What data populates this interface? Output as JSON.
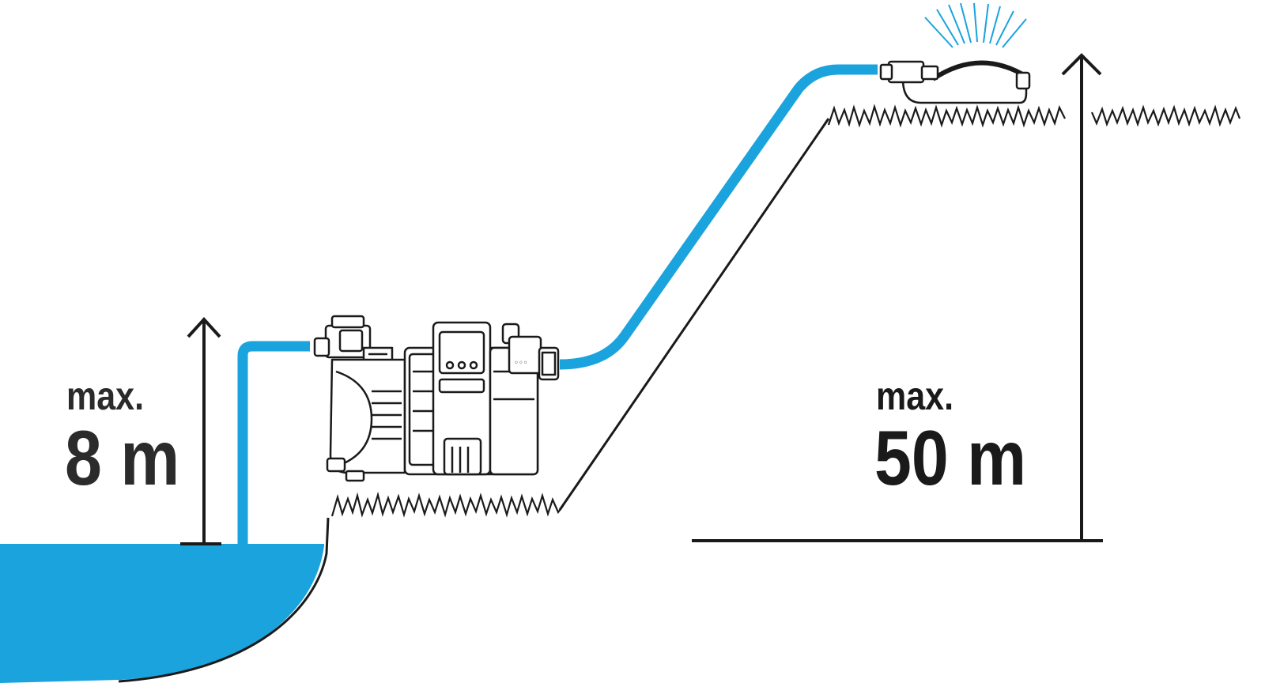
{
  "suction_height": {
    "prefix": "max.",
    "value": "8 m"
  },
  "delivery_height": {
    "prefix": "max.",
    "value": "50 m"
  },
  "colors": {
    "water": "#1aa3dd",
    "hose": "#1aa3dd",
    "outline": "#1a1a1a",
    "background": "#ffffff"
  },
  "icons": [
    "water-reservoir",
    "garden-pump",
    "hose",
    "sprinkler",
    "grass",
    "dimension-arrow"
  ]
}
